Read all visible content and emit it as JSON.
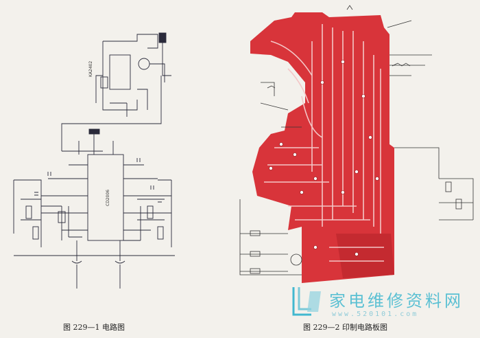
{
  "figure_left": {
    "caption": "图 229—1   电路图",
    "ic_top_label": "KA2402",
    "ic_main_label": "CD2006"
  },
  "figure_right": {
    "caption": "图 229—2   印制电路板图"
  },
  "watermark": {
    "text": "家电维修资料网",
    "url": "www.520101.com"
  },
  "colors": {
    "background": "#f3f1ec",
    "schematic_ink": "#2a2a3a",
    "pcb_copper": "#d8343a",
    "pcb_trace_light": "#f4c7c7",
    "watermark": "#41b8cf"
  }
}
